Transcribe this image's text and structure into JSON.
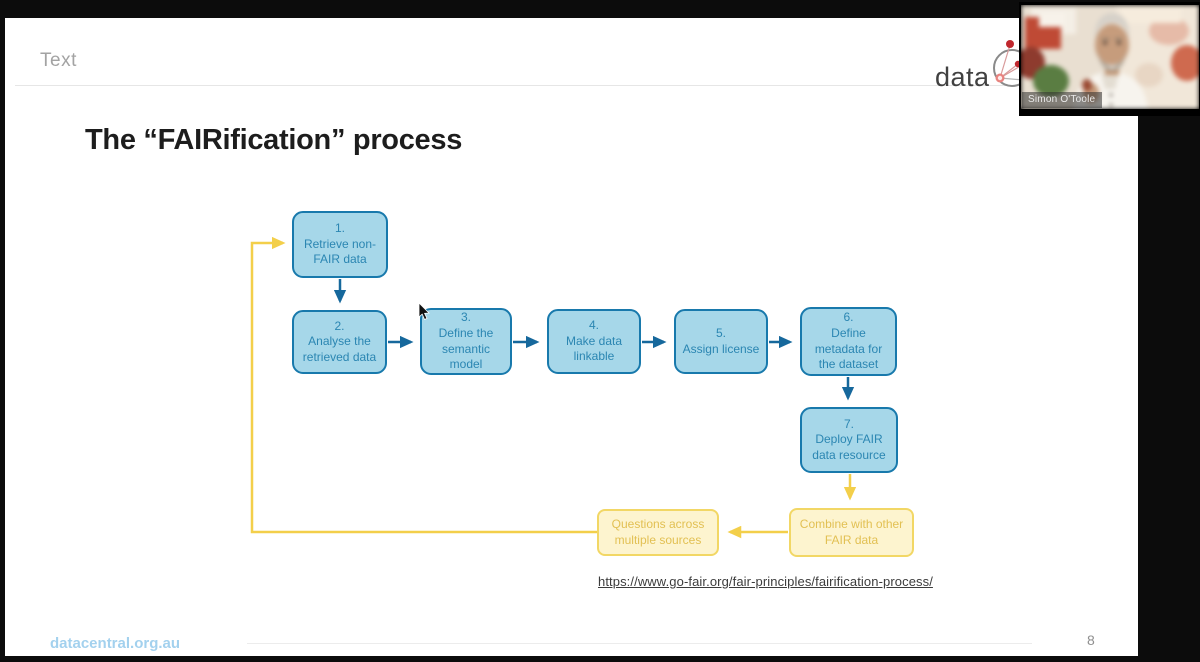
{
  "header": {
    "tool_label": "Text",
    "logo_text": "data"
  },
  "slide": {
    "title": "The “FAIRification” process",
    "source_url": "https://www.go-fair.org/fair-principles/fairification-process/",
    "footer_link": "datacentral.org.au",
    "page_number": "8"
  },
  "flowchart": {
    "boxes": [
      {
        "num": "1.",
        "label": "Retrieve non-FAIR data"
      },
      {
        "num": "2.",
        "label": "Analyse the retrieved data"
      },
      {
        "num": "3.",
        "label": "Define the semantic model"
      },
      {
        "num": "4.",
        "label": "Make data linkable"
      },
      {
        "num": "5.",
        "label": "Assign license"
      },
      {
        "num": "6.",
        "label": "Define metadata for the dataset"
      },
      {
        "num": "7.",
        "label": "Deploy FAIR data resource"
      },
      {
        "num": "",
        "label": "Combine with other FAIR data"
      },
      {
        "num": "",
        "label": "Questions across multiple sources"
      }
    ],
    "colors": {
      "blue_fill": "#a6d7e9",
      "blue_border": "#1879ac",
      "blue_text": "#2b86b2",
      "blue_arrow": "#16689c",
      "yellow_fill": "#fdf4cf",
      "yellow_border": "#f2d765",
      "yellow_text": "#e2c053",
      "yellow_arrow": "#f3cf4a"
    }
  },
  "webcam": {
    "name_label": "Simon O'Toole"
  }
}
